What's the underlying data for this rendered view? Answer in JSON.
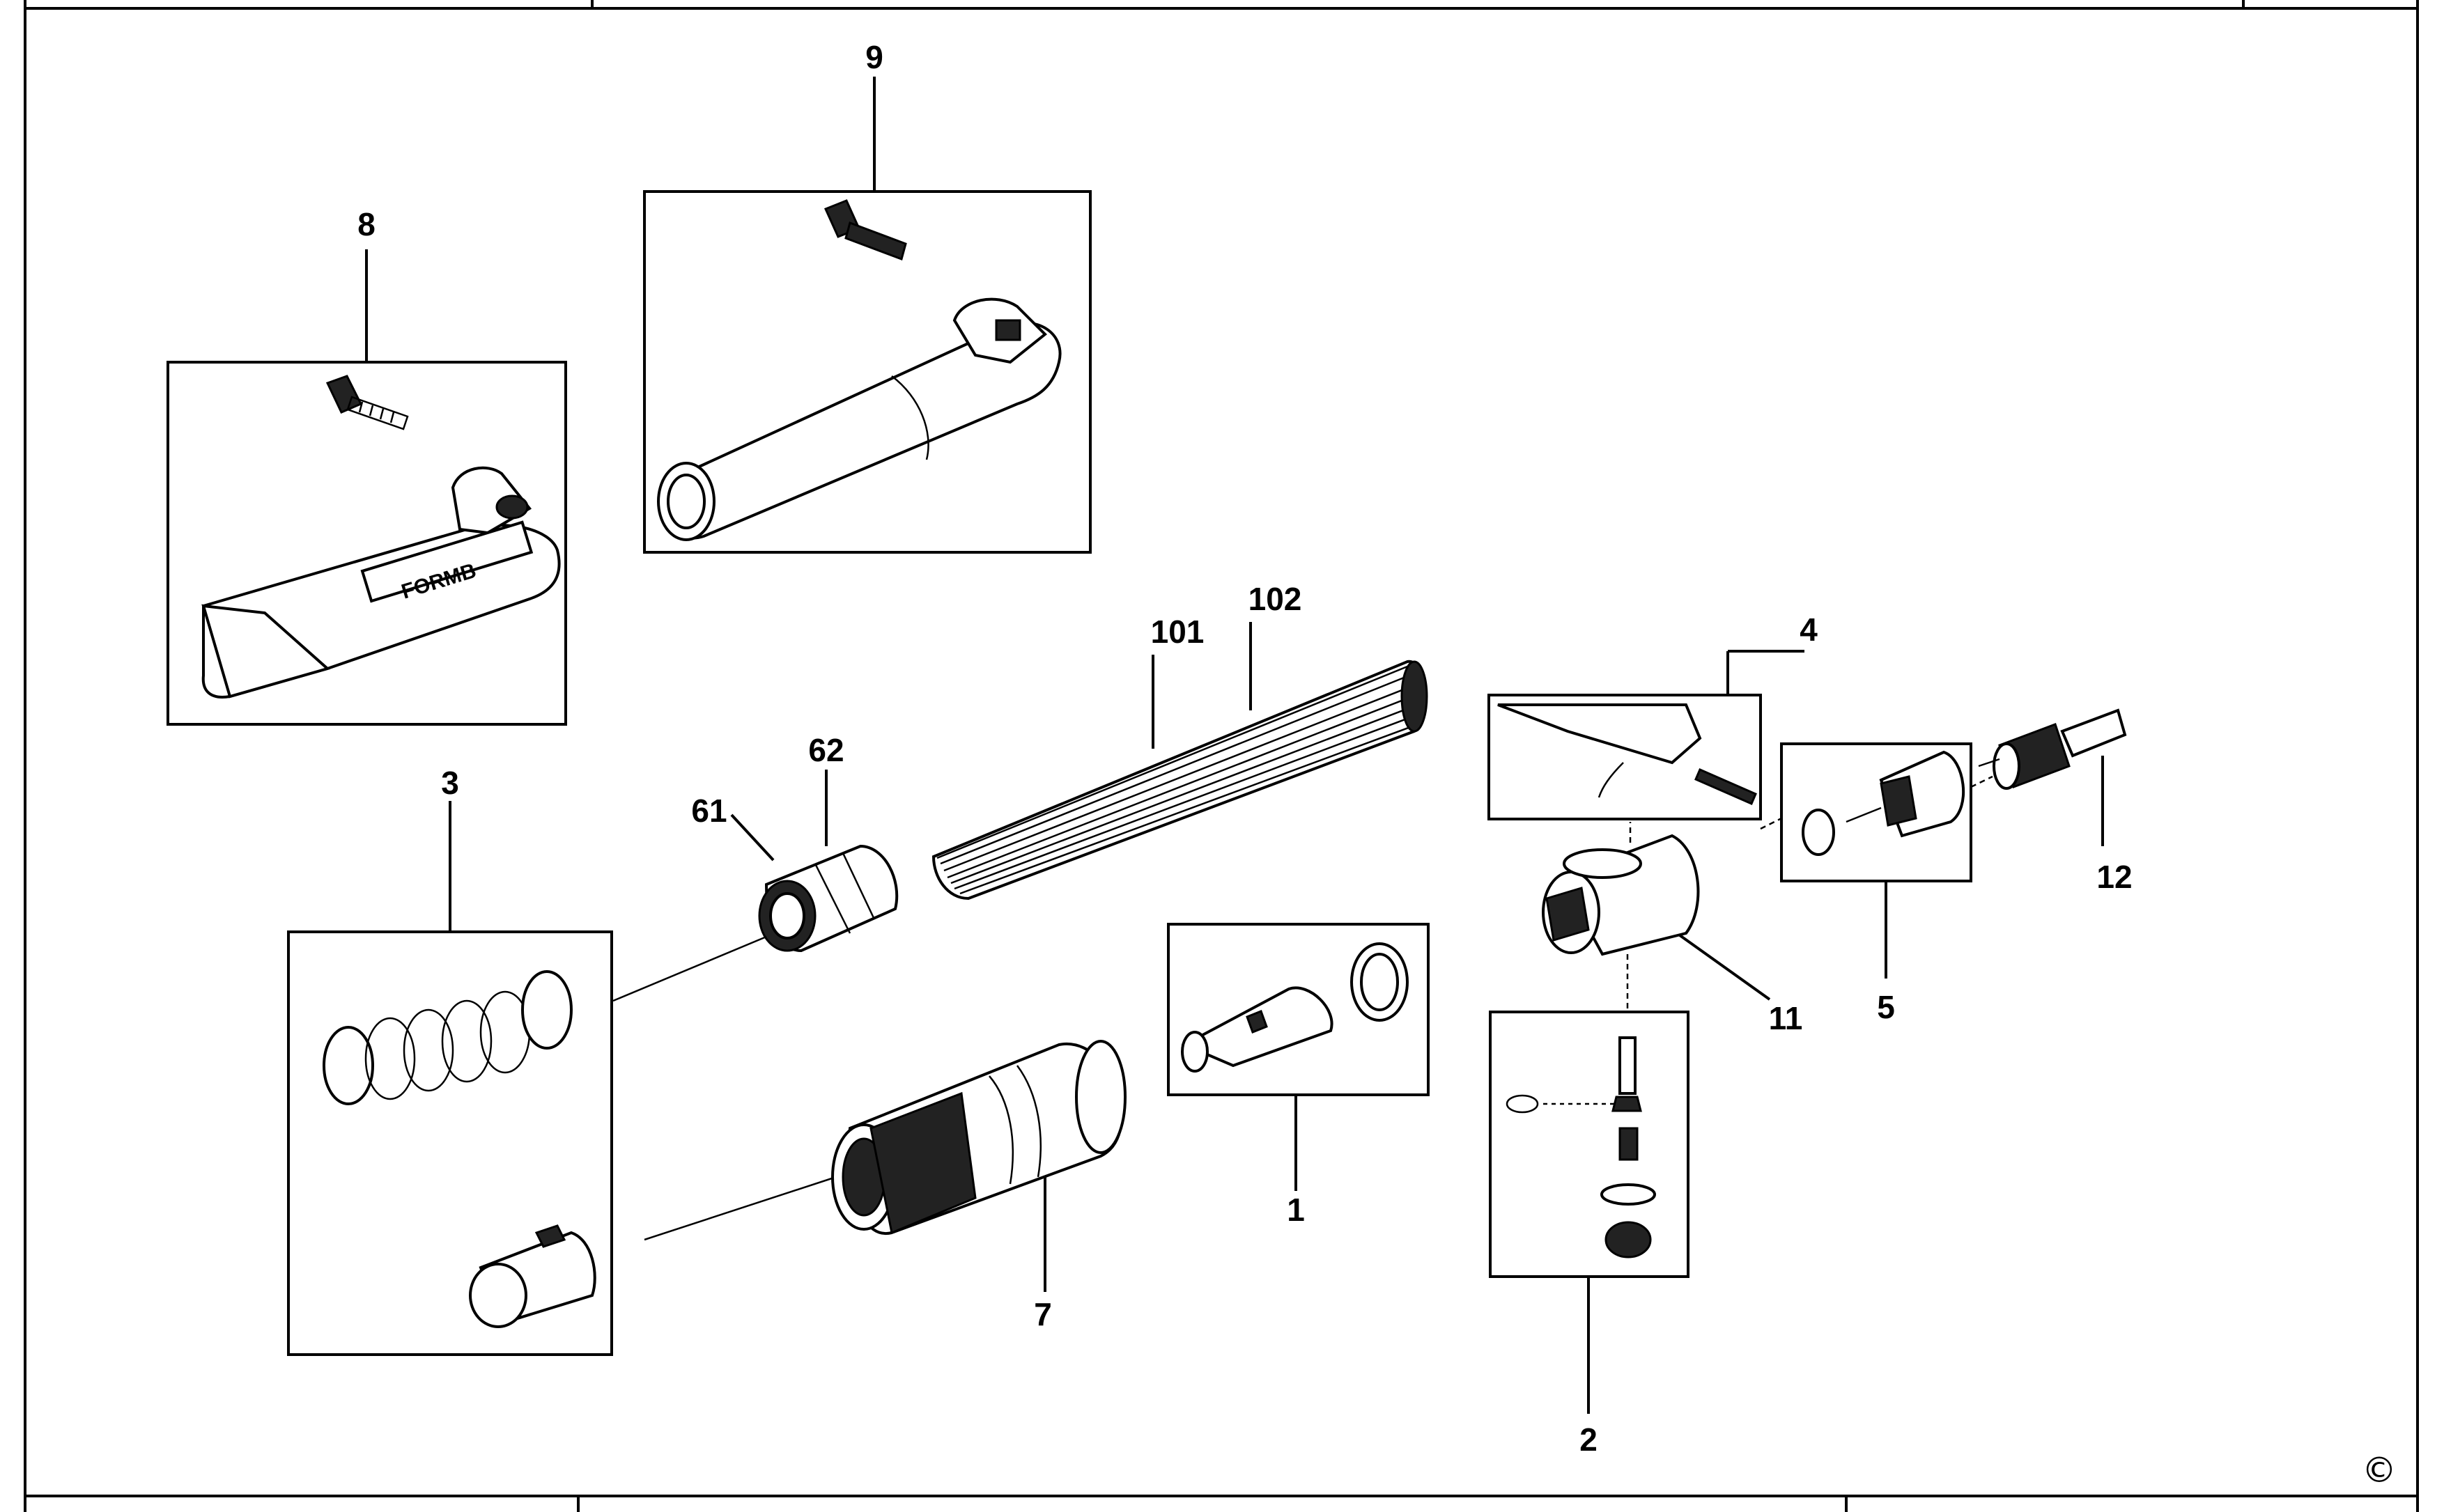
{
  "diagram": {
    "labels": {
      "p8": "8",
      "p9": "9",
      "p3": "3",
      "p61": "61",
      "p62": "62",
      "p101": "101",
      "p102": "102",
      "p4": "4",
      "p12": "12",
      "p5": "5",
      "p11": "11",
      "p1": "1",
      "p7": "7",
      "p2": "2"
    },
    "copyright": "©"
  }
}
